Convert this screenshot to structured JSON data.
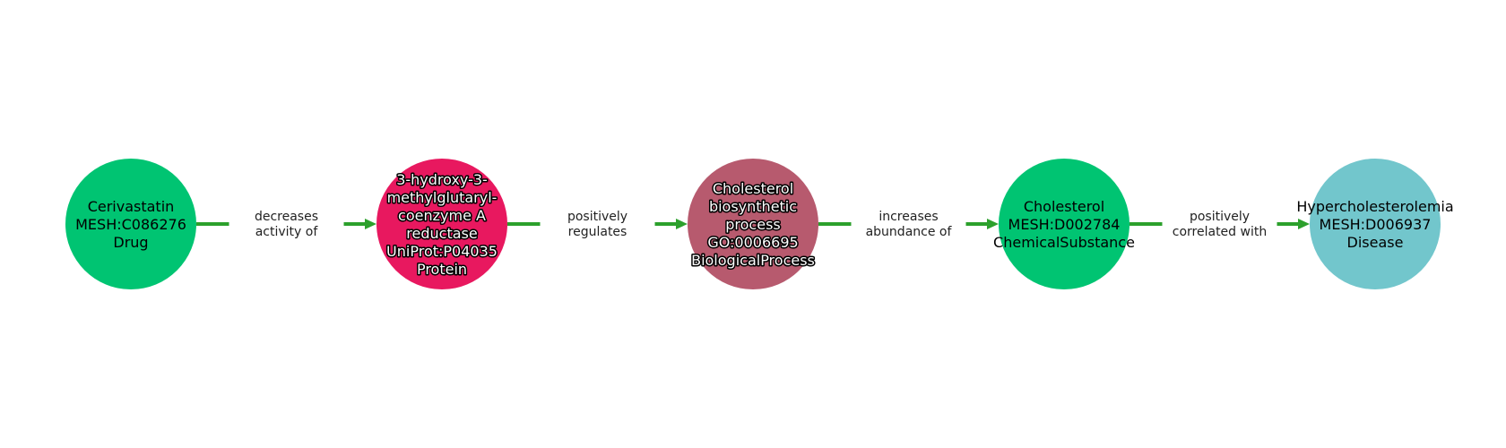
{
  "colors": {
    "edge": "#2ca02c"
  },
  "nodes": [
    {
      "name": "Cerivastatin",
      "id": "MESH:C086276",
      "type": "Drug",
      "color": "#00c472",
      "lines": [
        "Cerivastatin",
        "MESH:C086276",
        "Drug"
      ],
      "outlined": false
    },
    {
      "name": "3-hydroxy-3-methylglutaryl-coenzyme A reductase",
      "id": "UniProt:P04035",
      "type": "Protein",
      "color": "#e8185f",
      "lines": [
        "3-hydroxy-3-",
        "methylglutaryl-",
        "coenzyme A",
        "reductase",
        "UniProt:P04035",
        "Protein"
      ],
      "outlined": true
    },
    {
      "name": "Cholesterol biosynthetic process",
      "id": "GO:0006695",
      "type": "BiologicalProcess",
      "color": "#b75a6e",
      "lines": [
        "Cholesterol",
        "biosynthetic",
        "process",
        "GO:0006695",
        "BiologicalProcess"
      ],
      "outlined": true
    },
    {
      "name": "Cholesterol",
      "id": "MESH:D002784",
      "type": "ChemicalSubstance",
      "color": "#00c472",
      "lines": [
        "Cholesterol",
        "MESH:D002784",
        "ChemicalSubstance"
      ],
      "outlined": false
    },
    {
      "name": "Hypercholesterolemia",
      "id": "MESH:D006937",
      "type": "Disease",
      "color": "#72c6cc",
      "lines": [
        "Hypercholesterolemia",
        "MESH:D006937",
        "Disease"
      ],
      "outlined": false
    }
  ],
  "edges": [
    {
      "source": 0,
      "target": 1,
      "lines": [
        "decreases",
        "activity of"
      ]
    },
    {
      "source": 1,
      "target": 2,
      "lines": [
        "positively",
        "regulates"
      ]
    },
    {
      "source": 2,
      "target": 3,
      "lines": [
        "increases",
        "abundance of"
      ]
    },
    {
      "source": 3,
      "target": 4,
      "lines": [
        "positively",
        "correlated with"
      ]
    }
  ]
}
